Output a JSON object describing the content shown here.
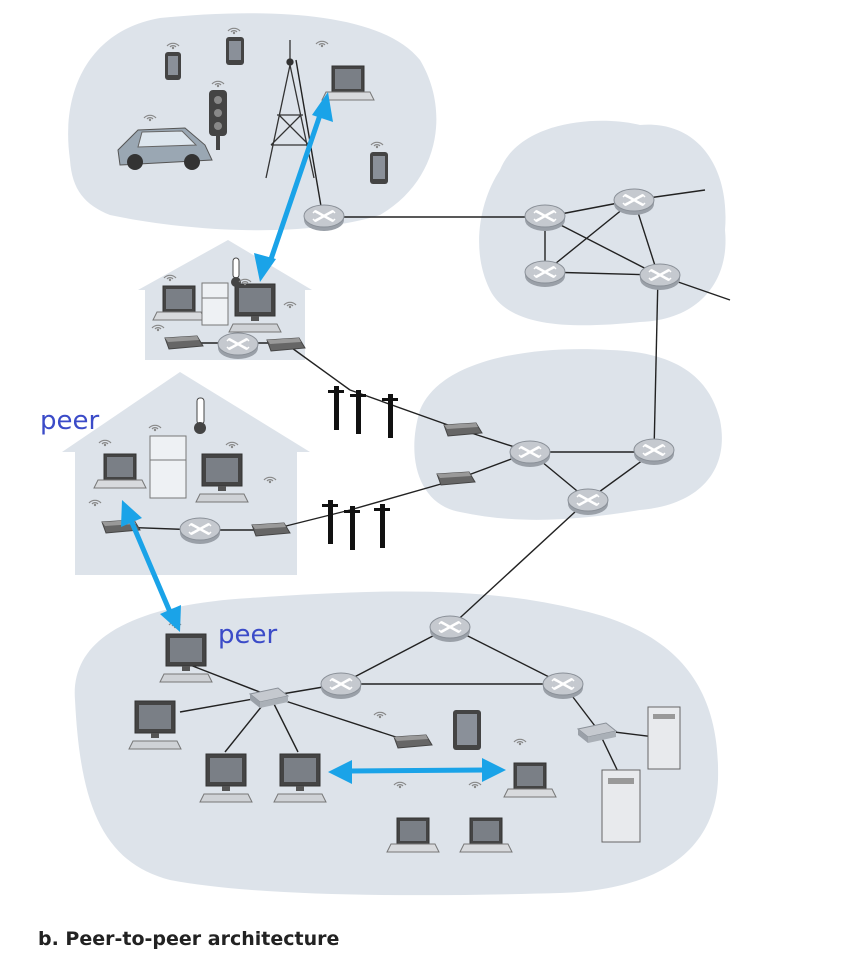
{
  "caption": "b. Peer-to-peer architecture",
  "labels": {
    "peer_left": "peer",
    "peer_bottom": "peer"
  },
  "colors": {
    "cloud": "#dde3ea",
    "router": "#b9bec5",
    "arrow": "#1aa3e8",
    "link": "#222222",
    "peer_text": "#3b4bc8"
  },
  "icons": [
    "router-icon",
    "switch-icon",
    "laptop-icon",
    "desktop-icon",
    "phone-icon",
    "tablet-icon",
    "car-icon",
    "traffic-light-icon",
    "cell-tower-icon",
    "fridge-icon",
    "thermometer-icon",
    "modem-icon",
    "utility-pole-icon",
    "server-icon",
    "wifi-icon"
  ]
}
